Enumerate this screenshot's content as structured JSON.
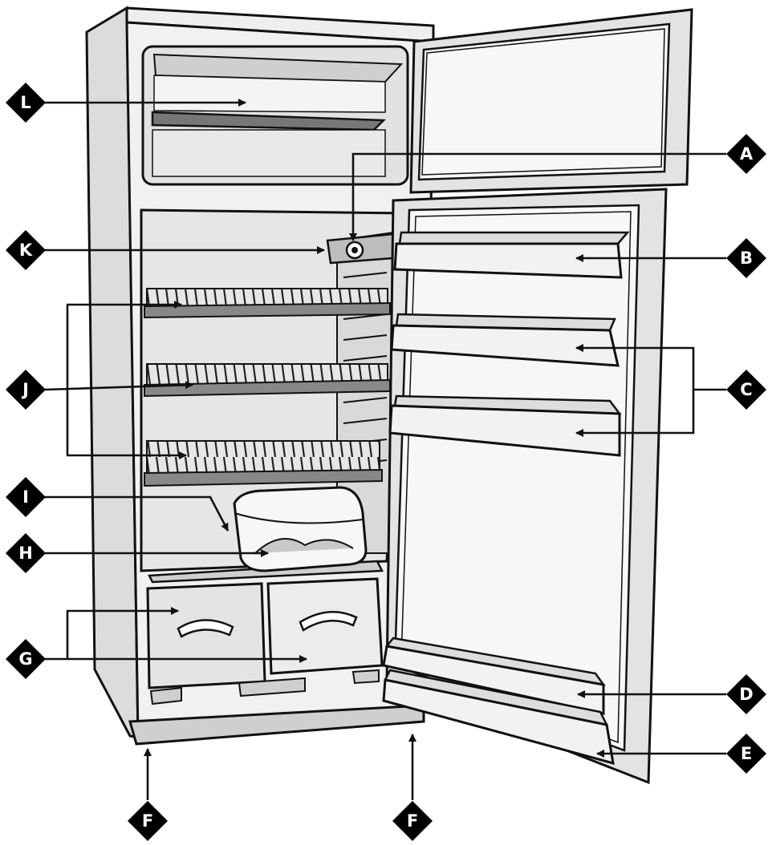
{
  "labels": {
    "A": "A",
    "B": "B",
    "C": "C",
    "D": "D",
    "E": "E",
    "F": "F",
    "G": "G",
    "H": "H",
    "I": "I",
    "J": "J",
    "K": "K",
    "L": "L"
  },
  "colors": {
    "ink": "#111111",
    "fridge_light": "#f3f3f3",
    "fridge_mid": "#d6d6d6",
    "fridge_shadow": "#b5b5b5",
    "badge": "#000000"
  }
}
